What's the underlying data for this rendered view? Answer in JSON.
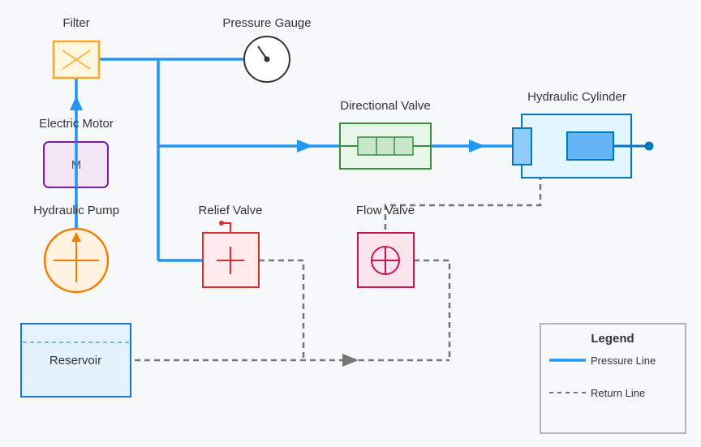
{
  "title": "Hydraulic System Diagram",
  "colors": {
    "pressure_line": "#2196f3",
    "return_line": "#757575",
    "background": "#f7f8fa"
  },
  "components": {
    "filter": {
      "label": "Filter",
      "icon": "filter-x-icon"
    },
    "pressure_gauge": {
      "label": "Pressure Gauge",
      "icon": "gauge-icon"
    },
    "electric_motor": {
      "label": "Electric Motor",
      "symbol": "M"
    },
    "hydraulic_pump": {
      "label": "Hydraulic Pump",
      "icon": "pump-icon"
    },
    "directional_valve": {
      "label": "Directional Valve",
      "icon": "valve-spool-icon"
    },
    "hydraulic_cylinder": {
      "label": "Hydraulic Cylinder",
      "icon": "cylinder-icon"
    },
    "relief_valve": {
      "label": "Relief Valve",
      "icon": "relief-valve-icon"
    },
    "flow_valve": {
      "label": "Flow Valve",
      "icon": "flow-valve-icon"
    },
    "reservoir": {
      "label": "Reservoir"
    }
  },
  "legend": {
    "title": "Legend",
    "items": [
      {
        "label": "Pressure Line",
        "style": "solid"
      },
      {
        "label": "Return Line",
        "style": "dashed"
      }
    ]
  }
}
